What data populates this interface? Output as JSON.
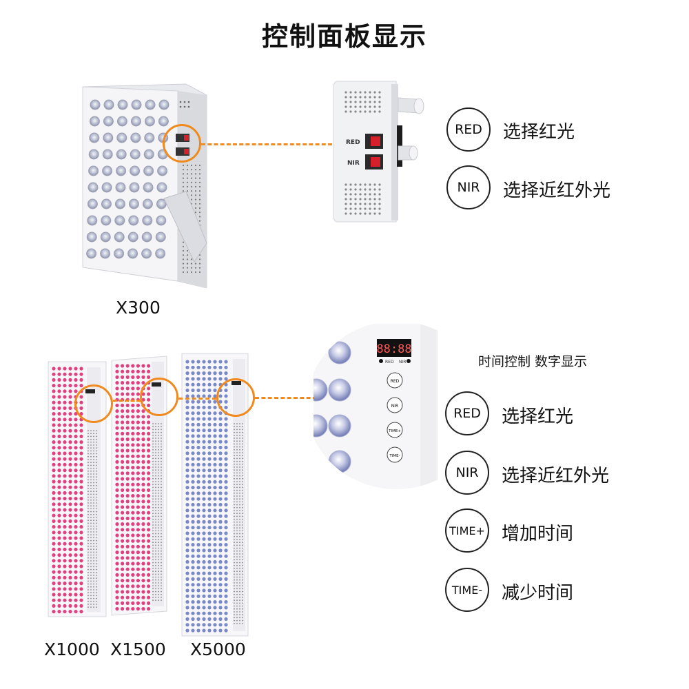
{
  "title": "控制面板显示",
  "top_section": {
    "model": "X300",
    "device_labels": {
      "red": "RED",
      "nir": "NIR"
    },
    "legend": [
      {
        "badge": "RED",
        "text": "选择红光"
      },
      {
        "badge": "NIR",
        "text": "选择近红外光"
      }
    ]
  },
  "bottom_section": {
    "models": [
      "X1000",
      "X1500",
      "X5000"
    ],
    "heading": "时间控制 数字显示",
    "display_digits": "88:88",
    "panel_indicators": {
      "red": "RED",
      "nir": "NIR"
    },
    "panel_buttons": [
      "RED",
      "NIR",
      "TIME+",
      "TIME-"
    ],
    "legend": [
      {
        "badge": "RED",
        "text": "选择红光"
      },
      {
        "badge": "NIR",
        "text": "选择近红外光"
      },
      {
        "badge": "TIME+",
        "text": "增加时间"
      },
      {
        "badge": "TIME-",
        "text": "减少时间"
      }
    ]
  },
  "colors": {
    "accent": "#f08a1e",
    "switch_red": "#d8202a",
    "led_red": "#e0407f",
    "led_blue": "#7a87c8"
  }
}
